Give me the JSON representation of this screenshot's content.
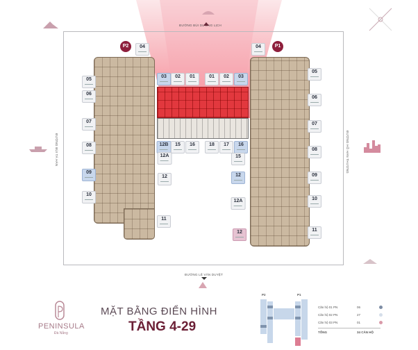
{
  "roads": {
    "top": "ĐƯỜNG BÙI DƯƠNG LỊCH",
    "bottom": "ĐƯỜNG LÊ VĂN DUYỆT",
    "left": "ĐƯỜNG BÙI TÁ HÁN",
    "right": "ĐƯỜNG HỒ HÁN THƯƠNG"
  },
  "stairs": {
    "p2": "P2",
    "p1": "P1"
  },
  "units": {
    "left": [
      "04",
      "05",
      "06",
      "07",
      "08",
      "09",
      "10",
      "11"
    ],
    "top_row": [
      "03",
      "02",
      "01",
      "01",
      "02",
      "03"
    ],
    "second_row": [
      "12B",
      "15",
      "16",
      "18",
      "17",
      "16"
    ],
    "center_left": [
      "12A",
      "12"
    ],
    "center_right": [
      "15",
      "12",
      "12A",
      "12"
    ],
    "right": [
      "04",
      "05",
      "06",
      "07",
      "08",
      "09",
      "10",
      "11"
    ]
  },
  "title": {
    "line1": "MẶT BẰNG ĐIỂN HÌNH",
    "line2": "TẦNG 4-29"
  },
  "logo": {
    "name": "PENINSULA",
    "sub": "Đà Nẵng",
    "mark": "P"
  },
  "minimap": {
    "p2": "P2",
    "p1": "P1"
  },
  "legend": {
    "rows": [
      {
        "label": "Căn hộ 01 PN",
        "count": "06",
        "color": "#7d8ca4"
      },
      {
        "label": "Căn hộ 02 PN",
        "count": "27",
        "color": "#d5deea"
      },
      {
        "label": "Căn hộ 03 PN",
        "count": "01",
        "color": "#d99aa9"
      }
    ],
    "total_label": "TỔNG",
    "total_value": "34 CĂN HỘ"
  },
  "colors": {
    "highlight_red": "#e2383e",
    "accent": "#8e1f3c",
    "unit_blue": "#c8d7ec",
    "unit_pink": "#e6c3d2"
  }
}
